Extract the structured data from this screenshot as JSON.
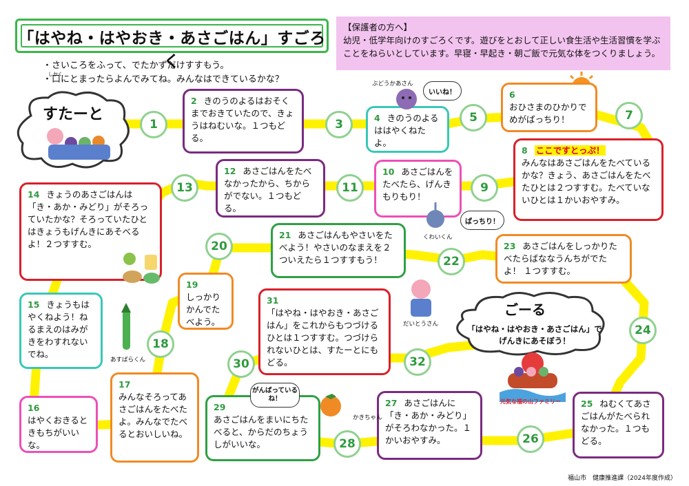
{
  "title": "「はやね・はやおき・あさごはん」すごろく",
  "notice": {
    "heading": "【保護者の方へ】",
    "body": "幼児・低学年向けのすごろくです。遊びをとおして正しい食生活や生活習慣を学ぶことをねらいとしています。早寝・早起き・朝ご飯で元気な体をつくりましょう。"
  },
  "rules": [
    "・さいころをふって、でたかずだけすすもう。",
    "・口にとまったらよんでみてね。みんなはできているかな？"
  ],
  "rules_furigana": "しかく",
  "start": "すたーと",
  "goal": {
    "title": "ごーる",
    "text": "「はやね・はやおき・あさごはん」で げんきにあそぼう！",
    "logo": "元気な福の山ファミリー"
  },
  "squares": {
    "s1": "1",
    "s3": "3",
    "s5": "5",
    "s7": "7",
    "s9": "9",
    "s11": "11",
    "s13": "13",
    "s18": "18",
    "s20": "20",
    "s22": "22",
    "s24": "24",
    "s26": "26",
    "s28": "28",
    "s30": "30",
    "s32": "32"
  },
  "cells": {
    "c2": {
      "num": "2",
      "text": "きのうのよるはおそくまでおきていたので、きょうはねむいな。１つもどる。"
    },
    "c4": {
      "num": "4",
      "text": "きのうのよるははやくねたよ。"
    },
    "c6": {
      "num": "6",
      "text": "おひさまのひかりでめがぱっちり！"
    },
    "c8": {
      "num": "8",
      "hl": "ここですとっぷ！",
      "text": "みんなはあさごはんをたべているかな？きょう、あさごはんをたべたひとは２つすすむ。たべていないひとは１かいおやすみ。"
    },
    "c10": {
      "num": "10",
      "text": "あさごはんをたべたら、げんきもりもり！"
    },
    "c12": {
      "num": "12",
      "text": "あさごはんをたべなかったから、ちからがでない。１つもどる。"
    },
    "c14": {
      "num": "14",
      "text": "きょうのあさごはんは「き・あか・みどり」がそろっていたかな？そろっていたひとはきょうもげんきにあそべるよ！２つすすむ。"
    },
    "c15": {
      "num": "15",
      "text": "きょうもはやくねよう！ねるまえのはみがきをわすれないでね。"
    },
    "c16": {
      "num": "16",
      "text": "はやくおきるときもちがいいな。"
    },
    "c17": {
      "num": "17",
      "text": "みんなそろってあさごはんをたべたよ。みんなでたべるとおいしいね。"
    },
    "c19": {
      "num": "19",
      "text": "しっかりかんでたべよう。"
    },
    "c21": {
      "num": "21",
      "text": "あさごはんもやさいをたべよう！やさいのなまえを２ついえたら１つすすもう！"
    },
    "c23": {
      "num": "23",
      "text": "あさごはんをしっかりたべたらばななうんちがでたよ！ １つすすむ。"
    },
    "c25": {
      "num": "25",
      "text": "ねむくてあさごはんがたべられなかった。１つもどる。"
    },
    "c27": {
      "num": "27",
      "text": "あさごはんに「き・あか・みどり」がそろわなかった。１かいおやすみ。"
    },
    "c29": {
      "num": "29",
      "text": "あさごはんをまいにちたべると、からだのちょうしがいいな。"
    },
    "c31": {
      "num": "31",
      "text": "「はやね・はやおき・あさごはん」をこれからもつづけるひとは１つすすむ。つづけられないひとは、すたーとにもどる。"
    }
  },
  "bubbles": {
    "iine": "いいね！",
    "pacchiri": "ぱっちり！",
    "ganbatte": "がんばっているね！"
  },
  "characters": {
    "budou": "ぶどうかあさん",
    "kuwai": "くわいくん",
    "daitou": "だいとうさん",
    "asupara": "あすぱらくん",
    "kaki": "かきちゃん"
  },
  "footer": "福山市　健康推進課（2024年度作成）",
  "colors": {
    "path": "#fff200",
    "circle_border": "#8fd18f",
    "circle_text": "#2e9a3e",
    "notice_bg": "#f3c3ef"
  }
}
